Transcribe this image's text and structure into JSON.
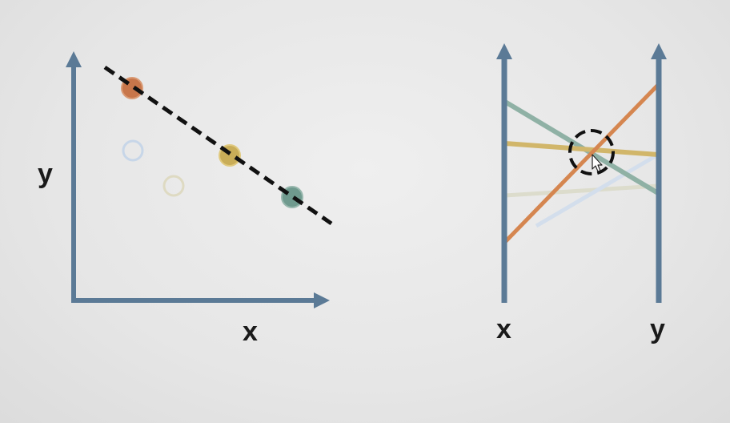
{
  "scatter_panel": {
    "y_label": "y",
    "x_label": "x",
    "highlighted_points": [
      {
        "color": "#c8764a"
      },
      {
        "color": "#c9ad58"
      },
      {
        "color": "#6f9a8e"
      }
    ],
    "faded_points": [
      {
        "color": "#9ab7d8"
      },
      {
        "color": "#cfc9a4"
      }
    ],
    "fit_line_style": "dashed-black"
  },
  "parallel_panel": {
    "left_label": "x",
    "right_label": "y",
    "highlighted_lines": [
      {
        "color": "#8fb1a5"
      },
      {
        "color": "#d1b66a"
      },
      {
        "color": "#d58650"
      }
    ],
    "faded_lines": [
      {
        "color": "#d8d8c8"
      },
      {
        "color": "#cfdaea"
      }
    ],
    "intersection_marker": "dashed-circle",
    "cursor_icon": "pointer-cursor-icon"
  },
  "colors": {
    "axis": "#5b7a96",
    "background": "#e8e8e8"
  }
}
